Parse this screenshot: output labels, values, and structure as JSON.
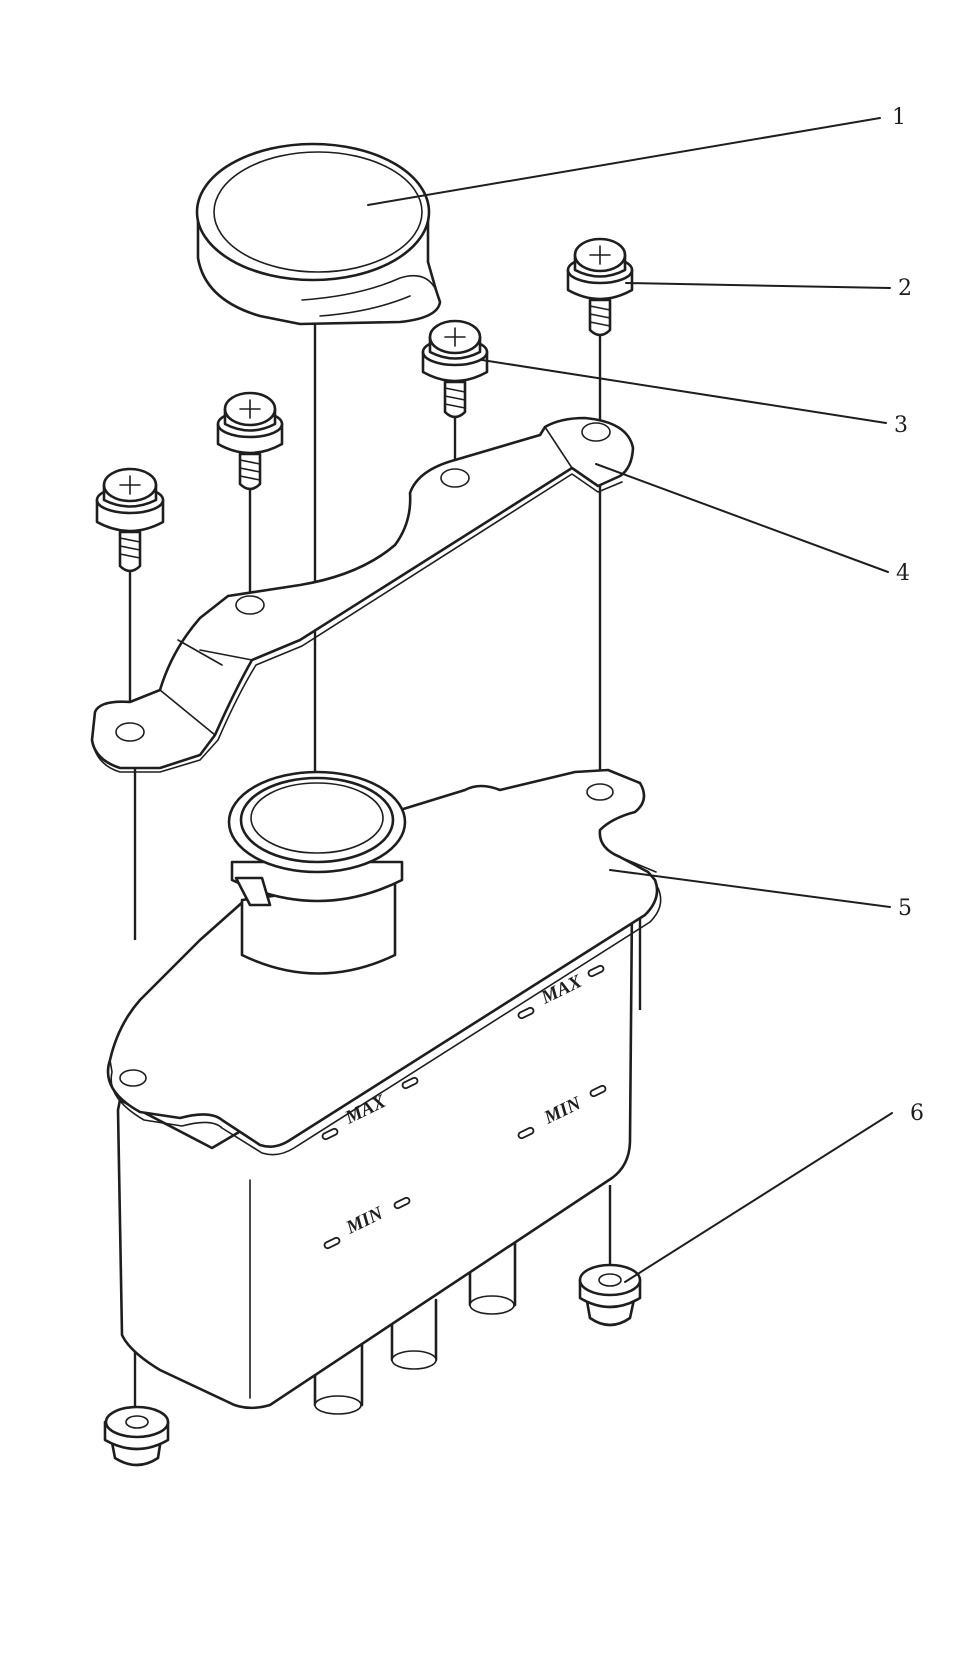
{
  "callouts": {
    "c1": "1",
    "c2": "2",
    "c3": "3",
    "c4": "4",
    "c5": "5",
    "c6": "6"
  },
  "level_marks": {
    "max_front": "MAX",
    "min_front": "MIN",
    "max_side": "MAX",
    "min_side": "MIN"
  },
  "colors": {
    "ink": "#1e1e1e",
    "paper": "#ffffff"
  }
}
